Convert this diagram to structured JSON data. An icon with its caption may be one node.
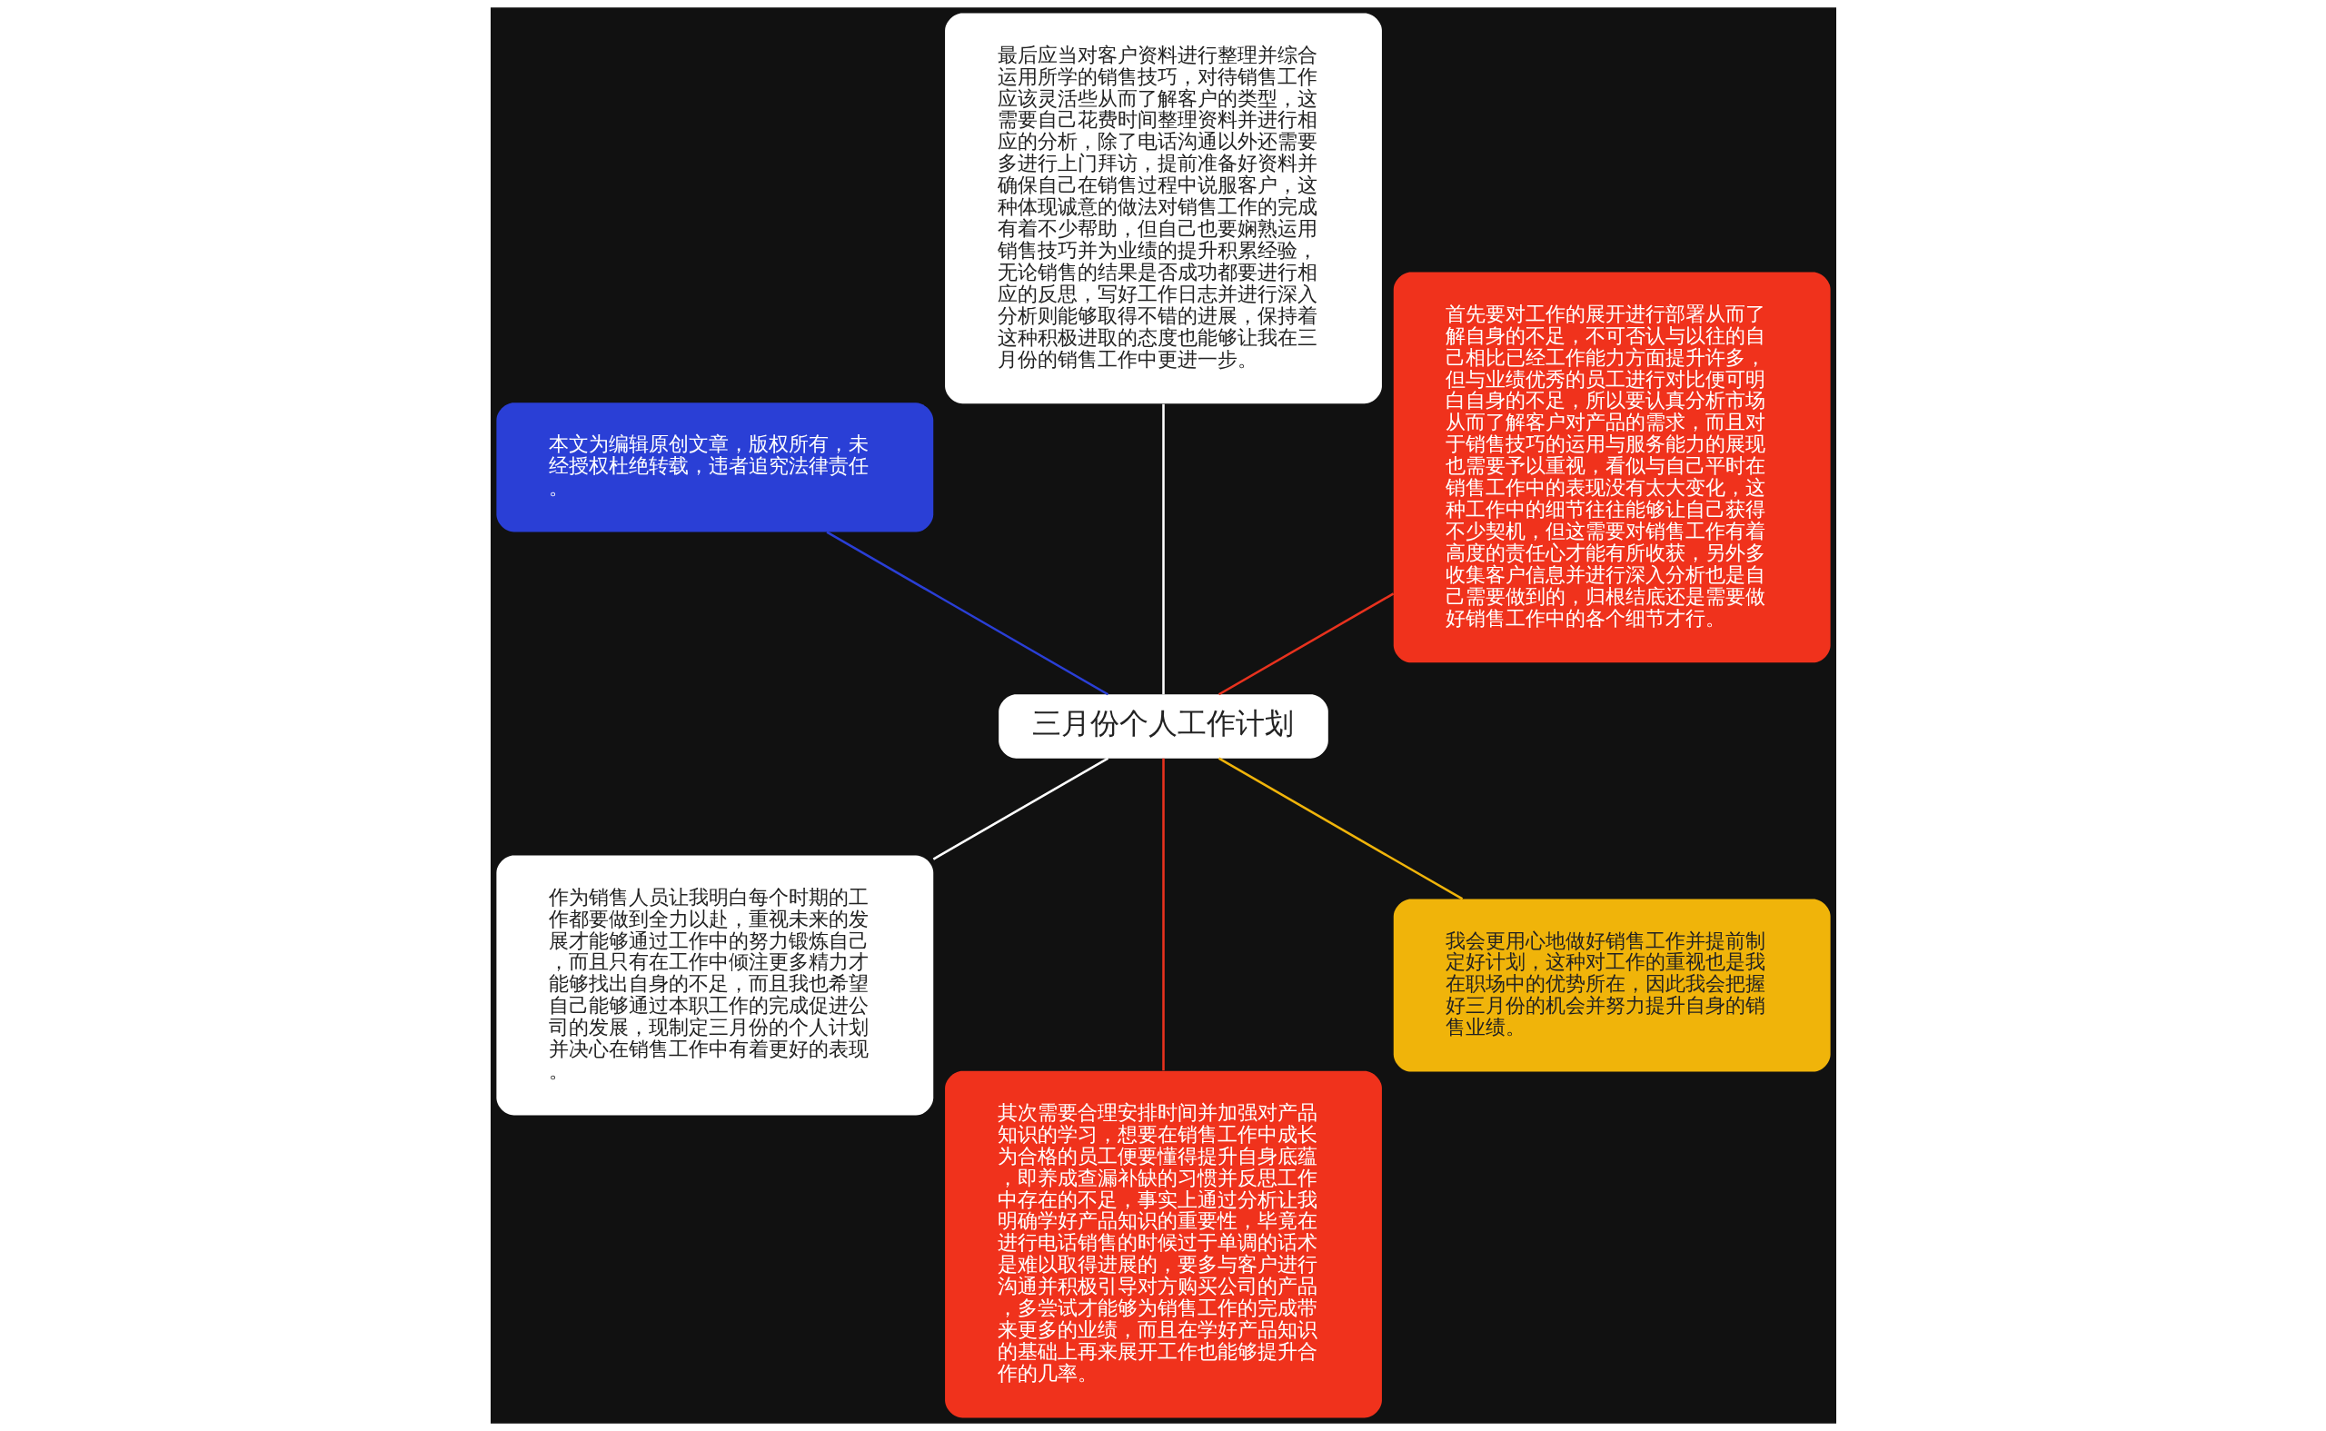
{
  "diagram": {
    "nodes": [
      {
        "text": [
          "三月份个人工作计划"
        ]
      },
      {
        "text": [
          "首先要对工作的展开进行部署从而了解自身的不足，不可否认与以往的自己相比已经工作能力方面提升许多，但与业绩优秀的员工进行对比便可明白自身的不足，所以要认真分析市场从而了解客户对产品的需求，而且对于销售技巧的运用与服务能力的展现也需要予以重视，看似与自己平时在销售工作中的表现没有太大变化，这种工作中的细节往往能够让自己获得不少契机，但这需要对销售工作有着高度的责任心才能有所收获，另外多收集客户信息并进行深入分析也是自己需要做到的，归根结底还是需要做好销售工作中的各个细节才行。"
        ]
      },
      {
        "text": [
          "最后应当对客户资料进行整理并综合运用所学的销售技巧，对待销售工作应该灵活些从而了解客户的类型，这需要自己花费时间整理资料并进行相应的分析，除了电话沟通以外还需要多进行上门拜访，提前准备好资料并确保自己在销售过程中说服客户，这种体现诚意的做法对销售工作的完成有着不少帮助，但自己也要娴熟运用销售技巧并为业绩的提升积累经验，无论销售的结果是否成功都要进行相应的反思，写好工作日志并进行深入分析则能够取得不错的进展，保持着这种积极进取的态度也能够让我在三月份的销售工作中更进一步。"
        ]
      },
      {
        "text": [
          "本文为编辑原创文章，版权所有，未经授权杜绝转载，违者追究法律责任。"
        ]
      },
      {
        "text": [
          "作为销售人员让我明白每个时期的工作都要做到全力以赴，重视未来的发展才能够通过工作中的努力锻炼自己，而且只有在工作中倾注更多精力才能够找出自身的不足，而且我也希望自己能够通过本职工作的完成促进公司的发展，现制定三月份的个人计划并决心在销售工作中有着更好的表现。"
        ]
      },
      {
        "text": [
          "其次需要合理安排时间并加强对产品知识的学习，想要在销售工作中成长为合格的员工便要懂得提升自身底蕴，即养成查漏补缺的习惯并反思工作中存在的不足，事实上通过分析让我明确学好产品知识的重要性，毕竟在进行电话销售的时候过于单调的话术是难以取得进展的，要多与客户进行沟通并积极引导对方购买公司的产品，多尝试才能够为销售工作的完成带来更多的业绩，而且在学好产品知识的基础上再来展开工作也能够提升合作的几率。"
        ]
      },
      {
        "text": [
          "我会更用心地做好销售工作并提前制定好计划，这种对工作的重视也是我在职场中的优势所在，因此我会把握好三月份的机会并努力提升自身的销售业绩。"
        ]
      }
    ],
    "edges": [
      {
        "from": 0,
        "to": 1,
        "arrow": "none",
        "color": "#e8321e"
      },
      {
        "from": 0,
        "to": 2,
        "arrow": "none",
        "color": "#ffffff"
      },
      {
        "from": 0,
        "to": 3,
        "arrow": "none",
        "color": "#2a3fd6"
      },
      {
        "from": 0,
        "to": 4,
        "arrow": "none",
        "color": "#ffffff"
      },
      {
        "from": 0,
        "to": 5,
        "arrow": "none",
        "color": "#e8321e"
      },
      {
        "from": 0,
        "to": 6,
        "arrow": "none",
        "color": "#f0b40a"
      }
    ]
  }
}
